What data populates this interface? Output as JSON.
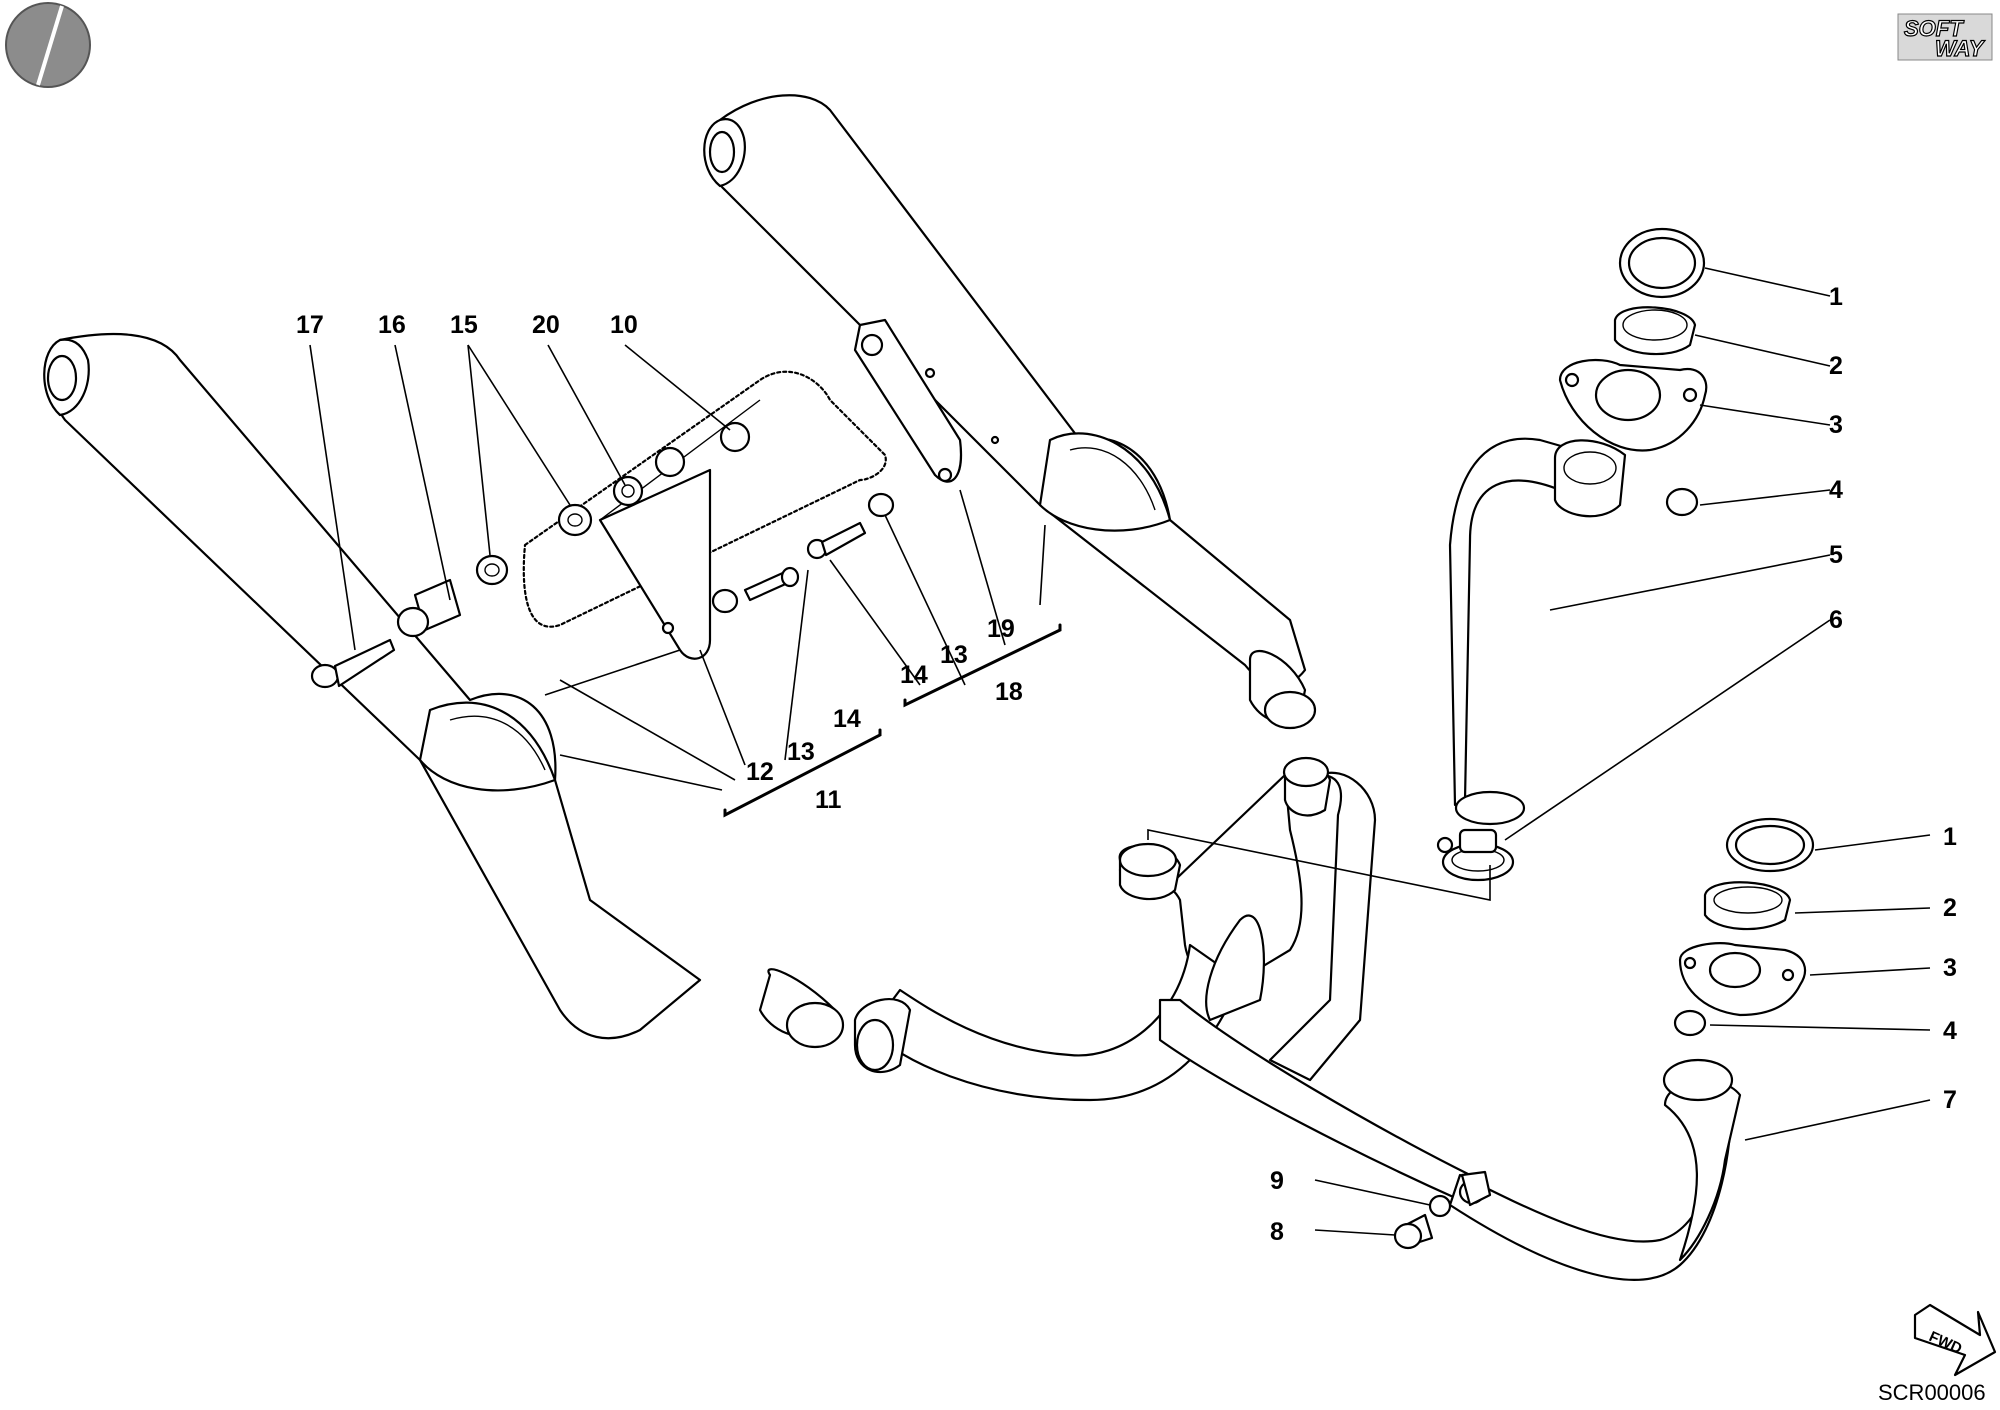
{
  "diagram": {
    "logo": {
      "line1": "SOFT",
      "line2": "WAY"
    },
    "drawing_code": "SCR00006",
    "fwd_label": "FWD",
    "callouts": [
      {
        "id": "c17",
        "label": "17"
      },
      {
        "id": "c16",
        "label": "16"
      },
      {
        "id": "c15",
        "label": "15"
      },
      {
        "id": "c20",
        "label": "20"
      },
      {
        "id": "c10",
        "label": "10"
      },
      {
        "id": "c12",
        "label": "12"
      },
      {
        "id": "c13a",
        "label": "13"
      },
      {
        "id": "c14a",
        "label": "14"
      },
      {
        "id": "c11",
        "label": "11"
      },
      {
        "id": "c14b",
        "label": "14"
      },
      {
        "id": "c13b",
        "label": "13"
      },
      {
        "id": "c19",
        "label": "19"
      },
      {
        "id": "c18",
        "label": "18"
      },
      {
        "id": "c1a",
        "label": "1"
      },
      {
        "id": "c2a",
        "label": "2"
      },
      {
        "id": "c3a",
        "label": "3"
      },
      {
        "id": "c4a",
        "label": "4"
      },
      {
        "id": "c5",
        "label": "5"
      },
      {
        "id": "c6",
        "label": "6"
      },
      {
        "id": "c1b",
        "label": "1"
      },
      {
        "id": "c2b",
        "label": "2"
      },
      {
        "id": "c3b",
        "label": "3"
      },
      {
        "id": "c4b",
        "label": "4"
      },
      {
        "id": "c7",
        "label": "7"
      },
      {
        "id": "c9",
        "label": "9"
      },
      {
        "id": "c8",
        "label": "8"
      }
    ]
  }
}
